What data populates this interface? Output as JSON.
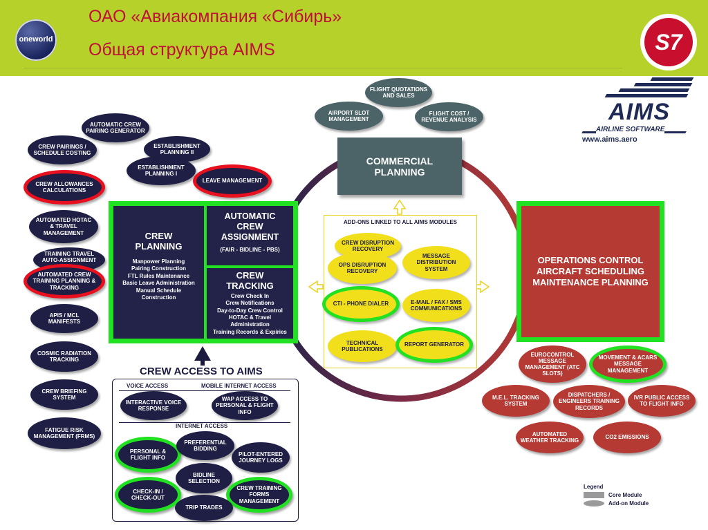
{
  "header": {
    "title_line1": "ОАО «Авиакомпания «Сибирь»",
    "title_line2": "Общая структура AIMS",
    "oneworld_logo": "oneworld",
    "s7_logo": "S7",
    "colors": {
      "bar": "#b6d12a",
      "title": "#c0103a"
    }
  },
  "aims_logo": {
    "brand": "AIMS",
    "tagline": "AIRLINE SOFTWARE",
    "url": "www.aims.aero"
  },
  "commercial": {
    "title_l1": "COMMERCIAL",
    "title_l2": "PLANNING",
    "nodes": {
      "quotations": "FLIGHT QUOTATIONS AND SALES",
      "airport": "AIRPORT SLOT MANAGEMENT",
      "cost": "FLIGHT COST / REVENUE ANALYSIS"
    }
  },
  "left_nodes": {
    "auto_pairing": "AUTOMATIC CREW PAIRING GENERATOR",
    "pairings": "CREW PAIRINGS / SCHEDULE COSTING",
    "estab2": "ESTABLISHMENT PLANNING II",
    "estab1": "ESTABLISHMENT PLANNING I",
    "leave": "LEAVE MANAGEMENT",
    "allowances": "CREW ALLOWANCES CALCULATIONS",
    "hotac": "AUTOMATED HOTAC & TRAVEL MANAGEMENT",
    "training_travel": "TRAINING TRAVEL AUTO-ASSIGNMENT",
    "training": "AUTOMATED CREW TRAINING PLANNING & TRACKING",
    "apis": "APIS / MCL MANIFESTS",
    "cosmic": "COSMIC RADIATION TRACKING",
    "briefing": "CREW BRIEFING SYSTEM",
    "fatigue": "FATIGUE RISK MANAGEMENT (FRMS)"
  },
  "crew_planning": {
    "title_l1": "CREW",
    "title_l2": "PLANNING",
    "items": [
      "Manpower Planning",
      "Pairing Construction",
      "FTL Rules Maintenance",
      "Basic Leave Administration",
      "Manual Schedule",
      "Construction"
    ]
  },
  "crew_assignment": {
    "l1": "AUTOMATIC",
    "l2": "CREW",
    "l3": "ASSIGNMENT",
    "sub": "(FAIR - BIDLINE - PBS)"
  },
  "crew_tracking": {
    "title_l1": "CREW",
    "title_l2": "TRACKING",
    "items": [
      "Crew Check In",
      "Crew Notifications",
      "Day-to-Day Crew Control",
      "HOTAC & Travel",
      "Administration",
      "Training Records & Expiries"
    ]
  },
  "addons": {
    "title": "ADD-ONS LINKED TO ALL AIMS MODULES",
    "disruption": "CREW DISRUPTION RECOVERY",
    "ops_disruption": "OPS DISRUPTION RECOVERY",
    "message_dist": "MESSAGE DISTRIBUTION SYSTEM",
    "cti": "CTI - PHONE DIALER",
    "email": "E-MAIL / FAX / SMS COMMUNICATIONS",
    "technical": "TECHNICAL PUBLICATIONS",
    "report": "REPORT GENERATOR"
  },
  "ops_control": {
    "l1": "OPERATIONS CONTROL",
    "l2": "AIRCRAFT SCHEDULING",
    "l3": "MAINTENANCE PLANNING"
  },
  "ops_nodes": {
    "eurocontrol": "EUROCONTROL MESSAGE MANAGEMENT (ATC SLOTS)",
    "movement": "MOVEMENT & ACARS MESSAGE MANAGEMENT",
    "mel": "M.E.L. TRACKING SYSTEM",
    "dispatchers": "DISPATCHERS / ENGINEERS TRAINING RECORDS",
    "ivr": "IVR PUBLIC ACCESS TO FLIGHT INFO",
    "weather": "AUTOMATED WEATHER TRACKING",
    "co2": "CO2 EMISSIONS"
  },
  "crew_access": {
    "title": "CREW ACCESS TO AIMS",
    "voice_label": "VOICE ACCESS",
    "mobile_label": "MOBILE INTERNET ACCESS",
    "internet_label": "INTERNET ACCESS",
    "ivr": "INTERACTIVE VOICE RESPONSE",
    "wap": "WAP ACCESS TO PERSONAL & FLIGHT INFO",
    "personal": "PERSONAL & FLIGHT INFO",
    "preferential": "PREFERENTIAL BIDDING",
    "pilot_logs": "PILOT-ENTERED JOURNEY LOGS",
    "bidline": "BIDLINE SELECTION",
    "checkin": "CHECK-IN / CHECK-OUT",
    "forms": "CREW TRAINING FORMS MANAGEMENT",
    "trip": "TRIP TRADES"
  },
  "legend": {
    "title": "Legend",
    "core": "Core Module",
    "addon": "Add-on Module"
  }
}
